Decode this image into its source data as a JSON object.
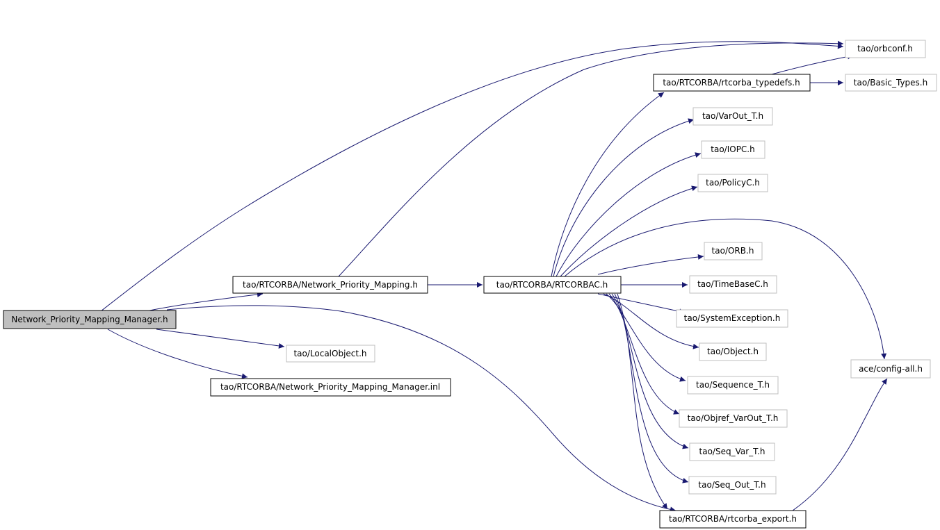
{
  "colors": {
    "edge": "#191970",
    "root_fill": "#bfbfbf",
    "node_border_local": "#000000",
    "node_border_external": "#bfbfbf",
    "node_fill": "#ffffff"
  },
  "nodes": {
    "root": "Network_Priority_Mapping_Manager.h",
    "npm": "tao/RTCORBA/Network_Priority_Mapping.h",
    "localobject": "tao/LocalObject.h",
    "npm_inl": "tao/RTCORBA/Network_Priority_Mapping_Manager.inl",
    "rtcorbac": "tao/RTCORBA/RTCORBAC.h",
    "orbconf": "tao/orbconf.h",
    "typedefs": "tao/RTCORBA/rtcorba_typedefs.h",
    "basic_types": "tao/Basic_Types.h",
    "varout": "tao/VarOut_T.h",
    "iopc": "tao/IOPC.h",
    "policyc": "tao/PolicyC.h",
    "orb": "tao/ORB.h",
    "timebasec": "tao/TimeBaseC.h",
    "sysexc": "tao/SystemException.h",
    "object": "tao/Object.h",
    "sequence": "tao/Sequence_T.h",
    "objref": "tao/Objref_VarOut_T.h",
    "seqvar": "tao/Seq_Var_T.h",
    "seqout": "tao/Seq_Out_T.h",
    "export": "tao/RTCORBA/rtcorba_export.h",
    "configall": "ace/config-all.h"
  }
}
